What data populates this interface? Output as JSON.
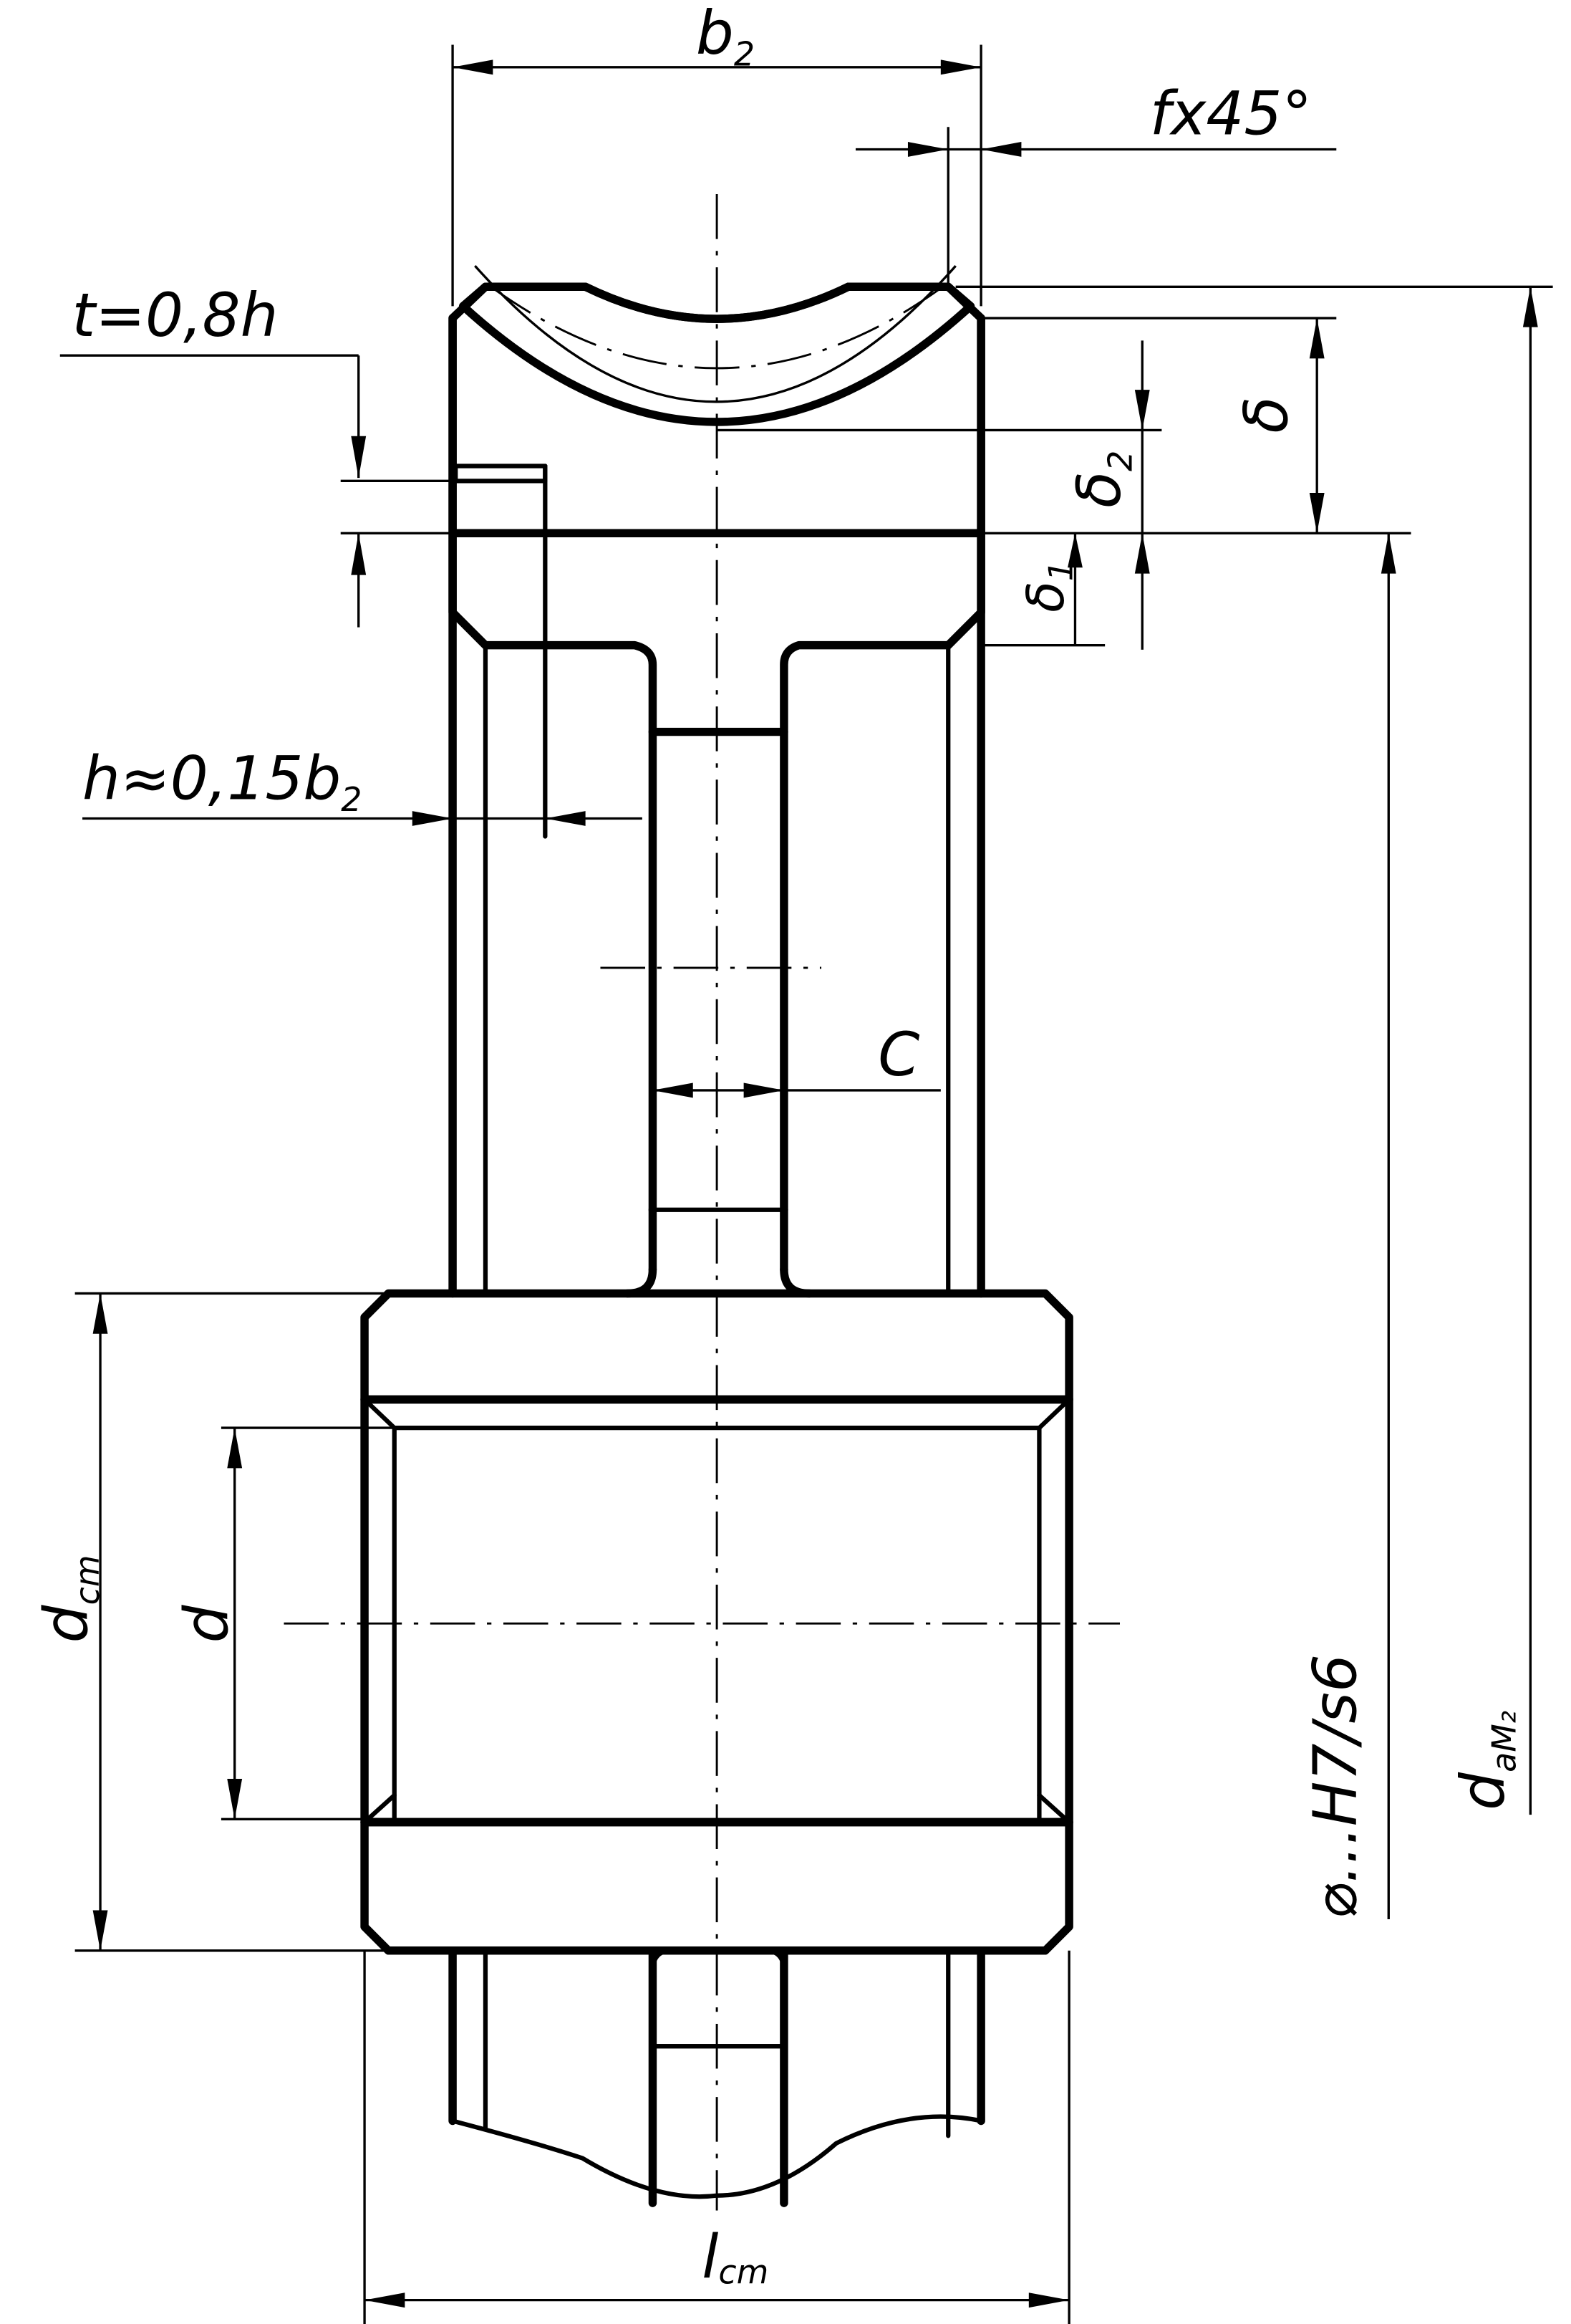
{
  "labels": {
    "b2": {
      "base": "b",
      "sub": "2"
    },
    "chamfer": "fx45°",
    "t": "t=0,8h",
    "h": {
      "base": "h≈0,15b",
      "sub": "2"
    },
    "c": "C",
    "delta": "δ",
    "delta2": {
      "base": "δ",
      "sub": "2"
    },
    "delta1": {
      "base": "δ",
      "sub": "1"
    },
    "fit": "⌀...H7/s6",
    "dam2": {
      "base": "d",
      "sub": "aM₂"
    },
    "dcm": {
      "base": "d",
      "sub": "cm"
    },
    "d": "d",
    "lcm": {
      "base": "l",
      "sub": "cm"
    }
  }
}
